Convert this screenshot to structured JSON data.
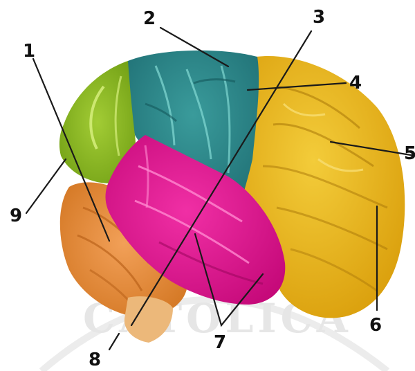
{
  "labels": {
    "l1": "1",
    "l2": "2",
    "l3": "3",
    "l4": "4",
    "l5": "5",
    "l6": "6",
    "l7": "7",
    "l8": "8",
    "l9": "9"
  },
  "watermark": "CATOLICA",
  "colors": {
    "frontal": "#e8b514",
    "parietal": "#2e8b8b",
    "occipital": "#8cbd1f",
    "temporal": "#e0158f",
    "cerebellum": "#e8893a",
    "brainstem": "#ecb87a",
    "background": "#ffffff",
    "watermark": "#e6e6e6"
  }
}
